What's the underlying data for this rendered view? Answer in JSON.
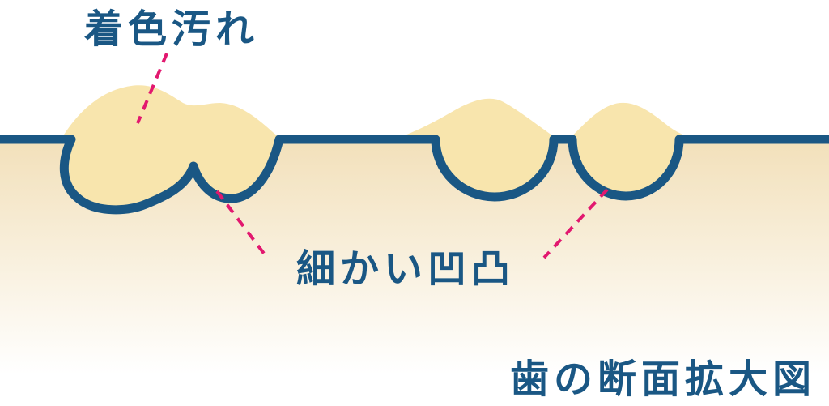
{
  "diagram": {
    "title": "tooth surface cross-section with stains",
    "labels": {
      "stain": "着色汚れ",
      "texture": "細かい凹凸",
      "caption": "歯の断面拡大図"
    },
    "colors": {
      "line": "#1a5784",
      "text": "#1a5784",
      "stain_fill": "#f8e5ad",
      "gradient_top": "#f2e0ba",
      "gradient_bottom": "#ffffff",
      "leader": "#e2186f",
      "background": "#ffffff"
    }
  }
}
